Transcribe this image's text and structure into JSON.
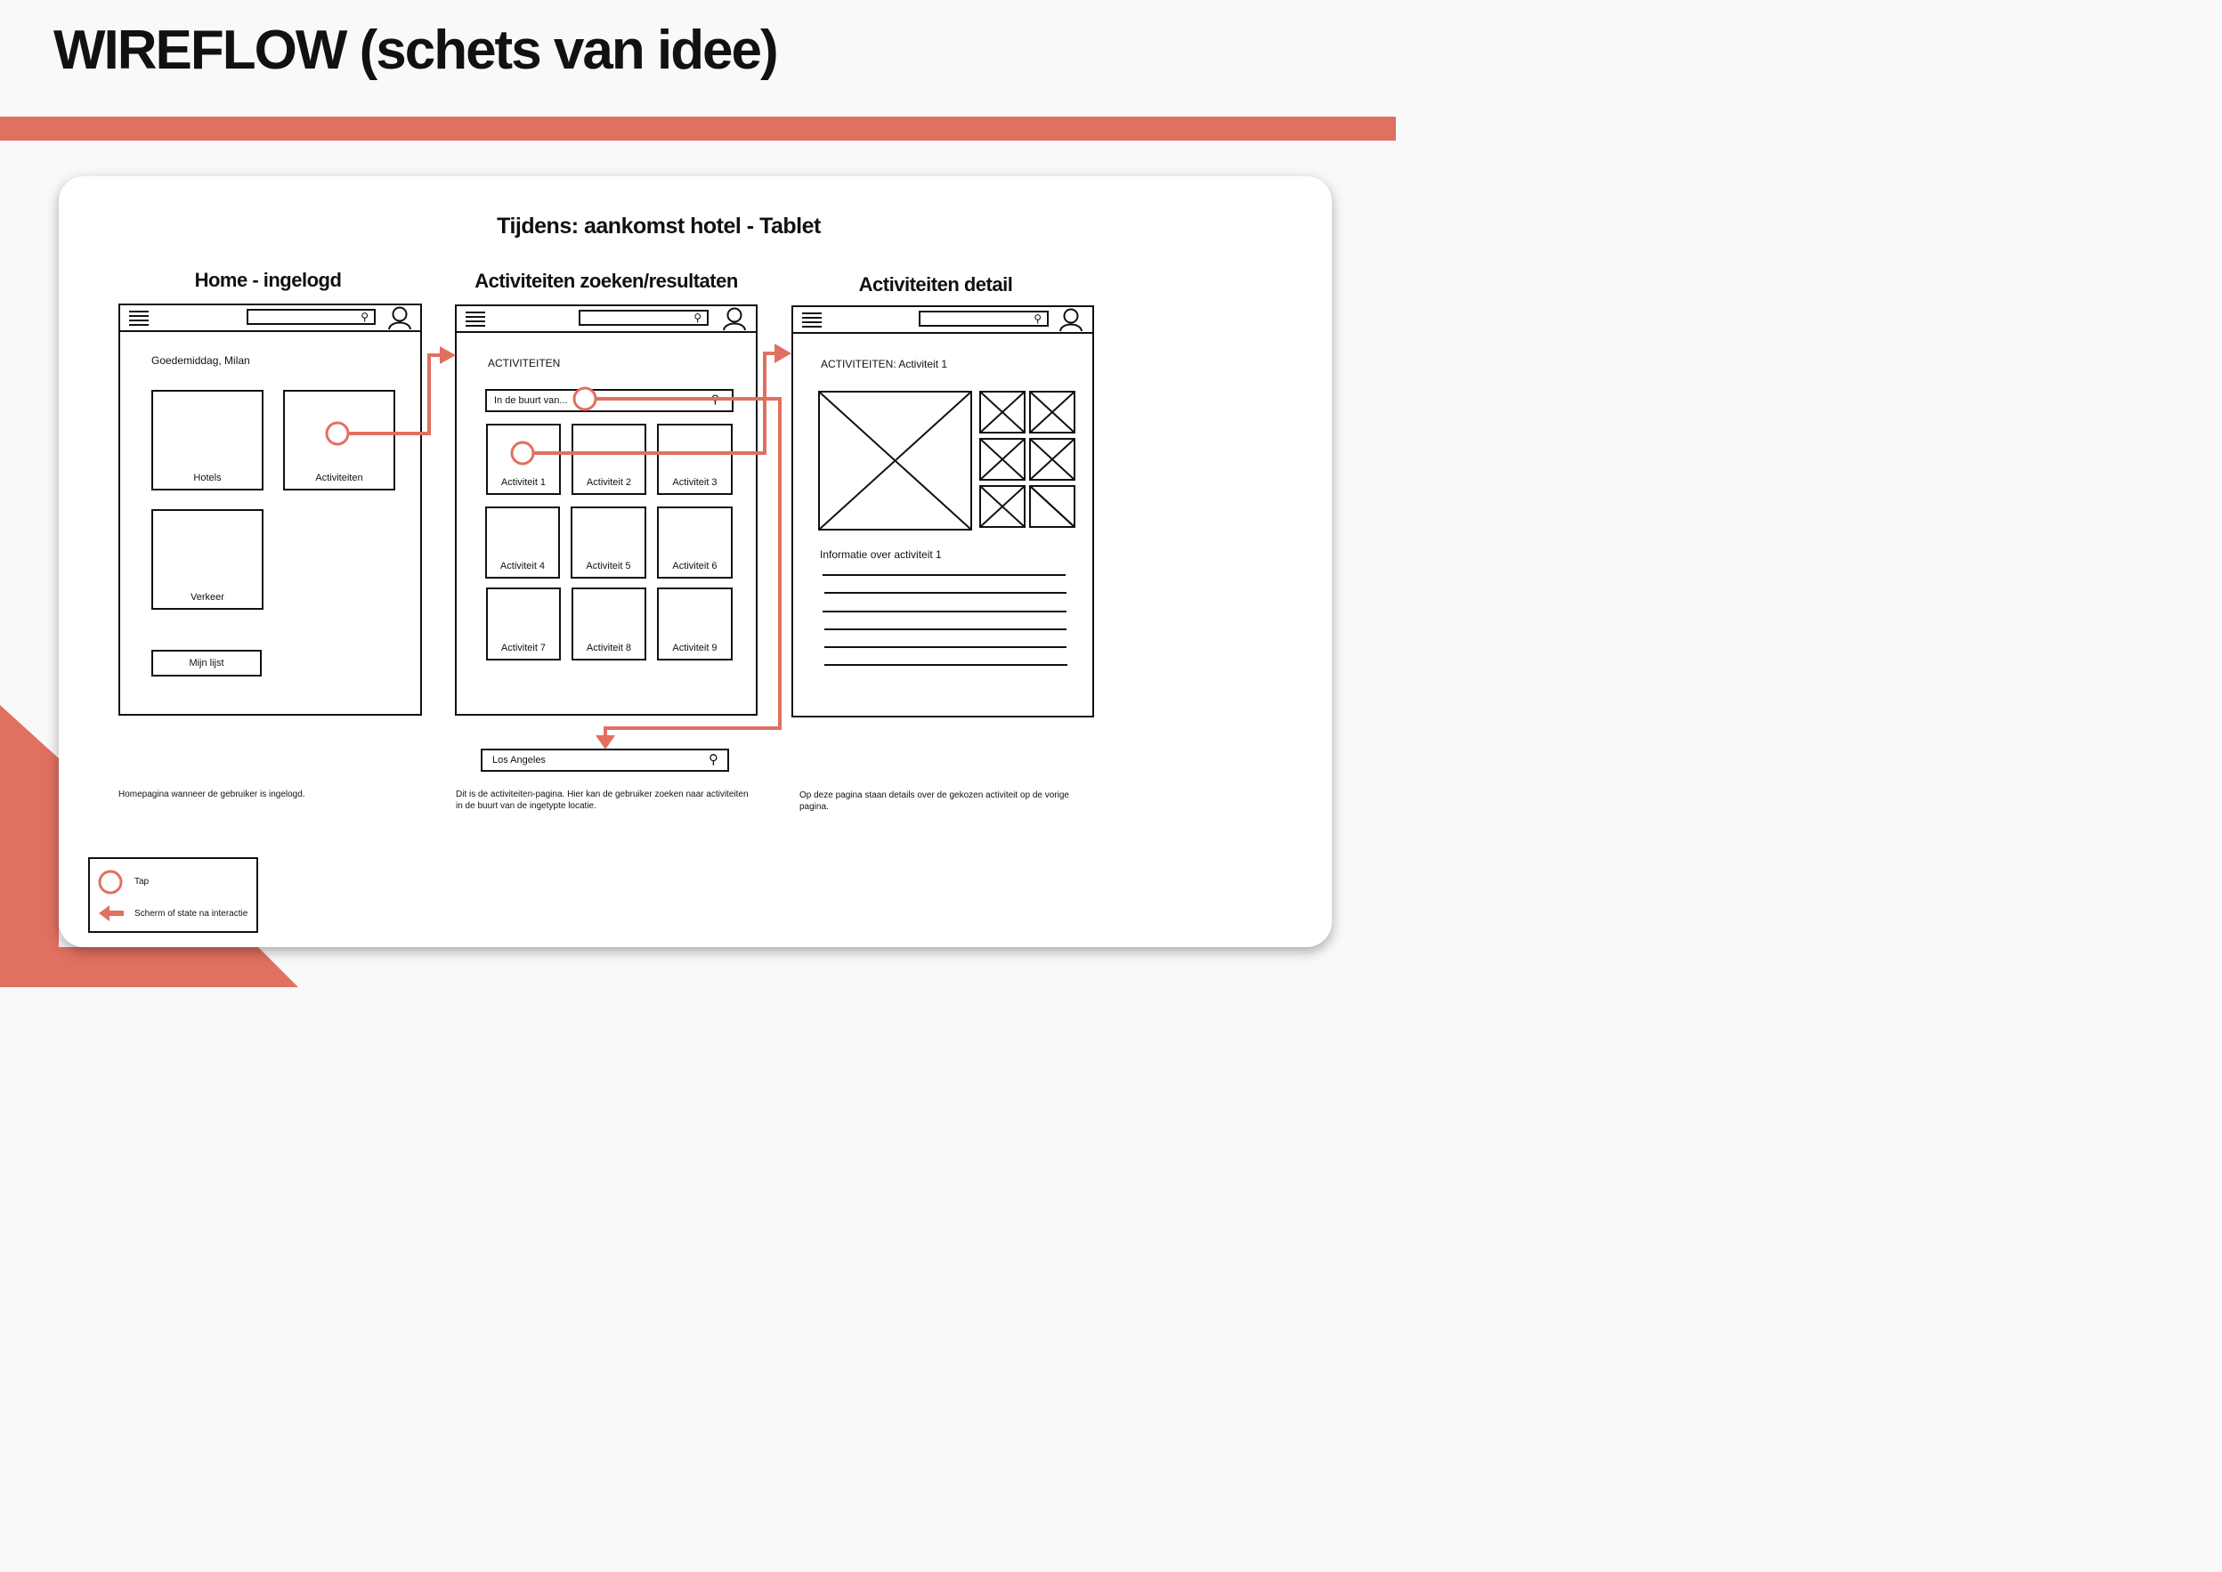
{
  "page_title": "WIREFLOW (schets van idee)",
  "flow_title": "Tijdens: aankomst hotel - Tablet",
  "colors": {
    "accent": "#e07060",
    "ink": "#111111",
    "card": "#ffffff"
  },
  "icons": [
    "menu-icon",
    "search-icon",
    "user-icon",
    "tap-circle-icon",
    "arrow-left-icon",
    "image-placeholder-icon"
  ],
  "screens": {
    "home": {
      "title": "Home - ingelogd",
      "greeting": "Goedemiddag, Milan",
      "tiles": [
        "Hotels",
        "Activiteiten",
        "Verkeer"
      ],
      "list_button": "Mijn lijst",
      "caption": "Homepagina wanneer de gebruiker is ingelogd."
    },
    "search": {
      "title": "Activiteiten zoeken/resultaten",
      "heading": "ACTIVITEITEN",
      "search_placeholder": "In de buurt van...",
      "results": [
        "Activiteit 1",
        "Activiteit 2",
        "Activiteit 3",
        "Activiteit 4",
        "Activiteit 5",
        "Activiteit 6",
        "Activiteit 7",
        "Activiteit 8",
        "Activiteit 9"
      ],
      "search_state_value": "Los Angeles",
      "caption_line1": "Dit is de activiteiten-pagina.  Hier kan de gebruiker zoeken naar activiteiten",
      "caption_line2": "in de buurt van de ingetypte locatie."
    },
    "detail": {
      "title": "Activiteiten detail",
      "heading": "ACTIVITEITEN: Activiteit 1",
      "info_heading": "Informatie over activiteit 1",
      "caption_line1": "Op deze pagina staan details over de gekozen activiteit op de vorige",
      "caption_line2": "pagina."
    }
  },
  "legend": {
    "tap": "Tap",
    "state": "Scherm of state na interactie"
  }
}
